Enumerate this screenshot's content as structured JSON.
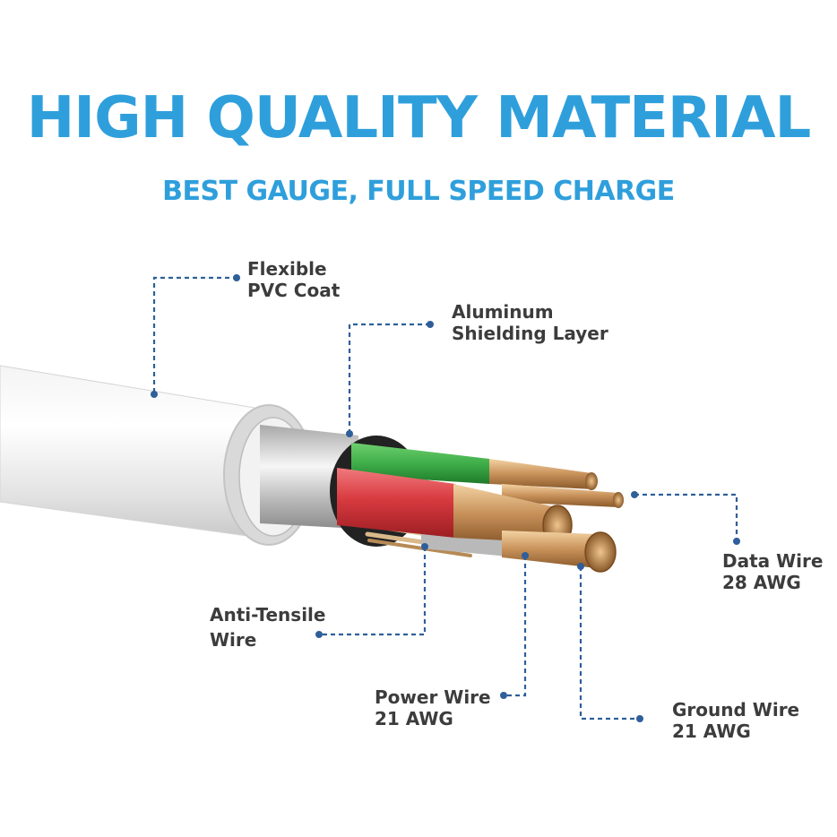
{
  "header": {
    "title": "HIGH QUALITY MATERIAL",
    "subtitle": "BEST GAUGE, FULL SPEED CHARGE"
  },
  "callouts": {
    "pvc": {
      "line1": "Flexible",
      "line2": "PVC Coat"
    },
    "shielding": {
      "line1": "Aluminum",
      "line2": "Shielding Layer"
    },
    "data_wire": {
      "line1": "Data Wire",
      "line2": "28 AWG"
    },
    "anti_tensile": {
      "line1": "Anti-Tensile",
      "line2": "Wire"
    },
    "power_wire": {
      "line1": "Power Wire",
      "line2": "21 AWG"
    },
    "ground_wire": {
      "line1": "Ground Wire",
      "line2": "21 AWG"
    }
  },
  "colors": {
    "accent": "#2f9fdc",
    "leader_line": "#2e5f9a",
    "label_text": "#3c3c3c",
    "data_wire_green": "#3fae49",
    "power_wire_red": "#d83a3f",
    "copper": "#c8915a"
  }
}
